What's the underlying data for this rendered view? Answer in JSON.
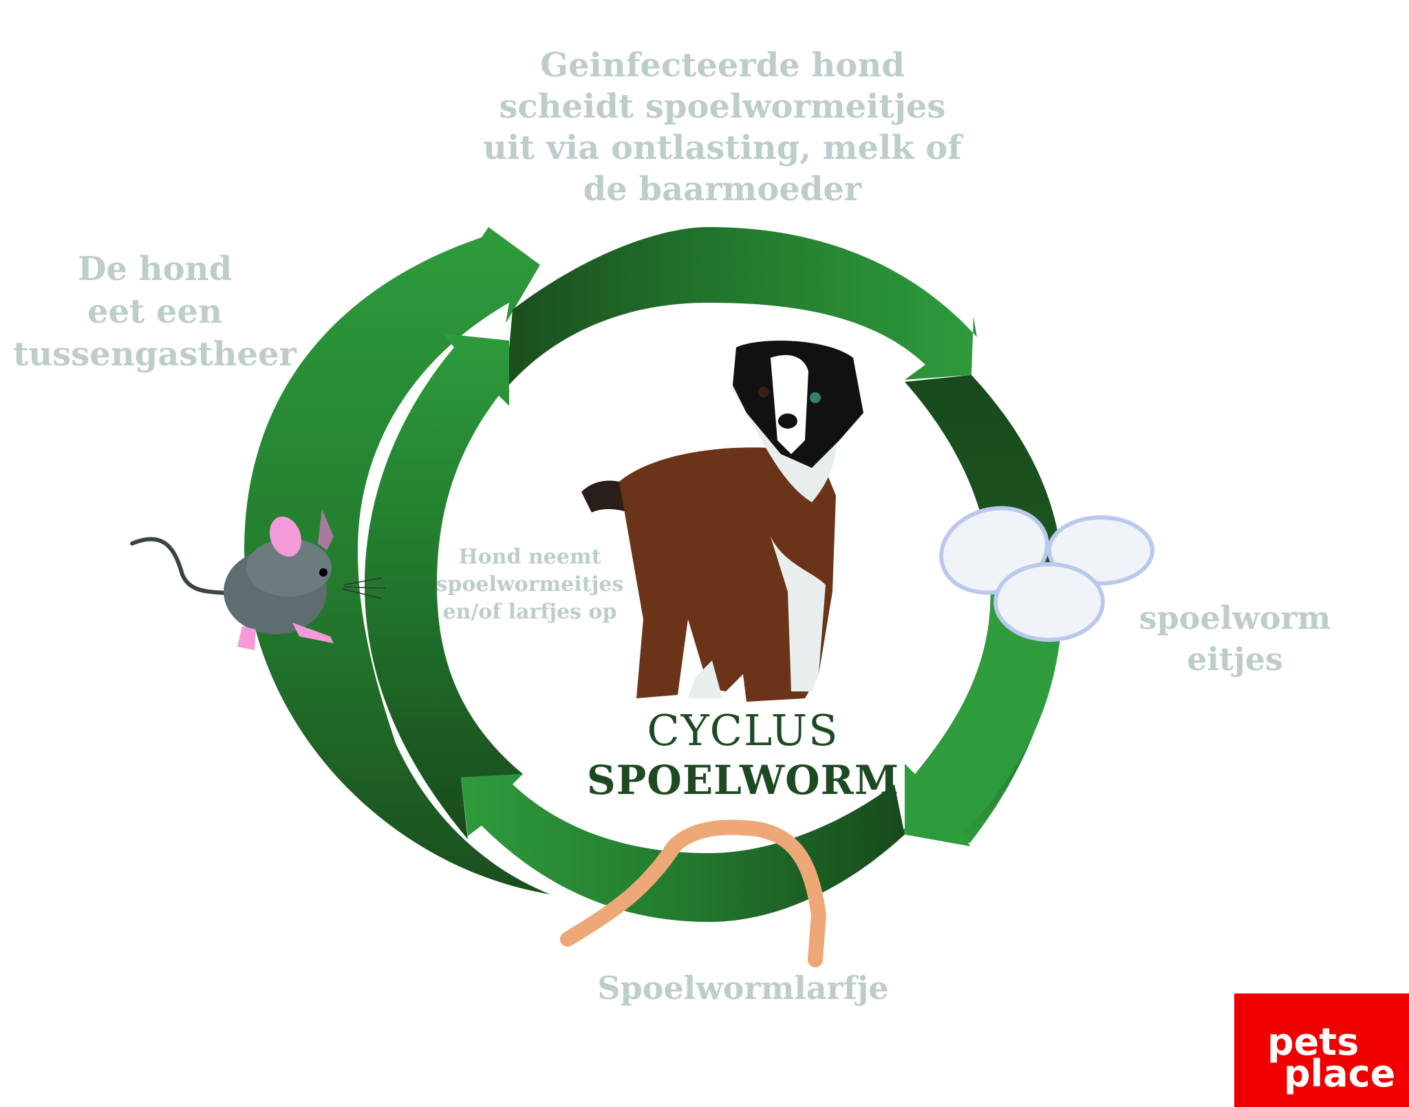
{
  "diagram": {
    "title_line1": "CYCLUS",
    "title_line2": "SPOELWORM",
    "stages": {
      "top": "Geinfecteerde hond scheidt spoelwormeitjes uit via ontlasting, melk of de baarmoeder",
      "top_lines": [
        "Geinfecteerde hond",
        "scheidt spoelwormeitjes",
        "uit via ontlasting, melk of",
        "de baarmoeder"
      ],
      "left_lines": [
        "De hond",
        "eet een",
        "tussengastheer"
      ],
      "right_lines": [
        "spoelworm",
        "eitjes"
      ],
      "bottom": "Spoelwormlarfje",
      "inner_lines": [
        "Hond neemt",
        "spoelwormeitjes",
        "en/of larfjes op"
      ]
    },
    "icons": [
      "dog-illustration",
      "mouse-illustration",
      "eggs-illustration",
      "worm-illustration",
      "cycle-arrows"
    ],
    "colors": {
      "arrow_light": "#2e9b3c",
      "arrow_dark": "#1a4e1e",
      "label_gray": "#bccdcb",
      "title_green": "#1e4a22",
      "logo_red": "#f00000",
      "logo_arc": "#6633ff"
    }
  },
  "logo": {
    "line1": "pets",
    "line2": "place"
  }
}
